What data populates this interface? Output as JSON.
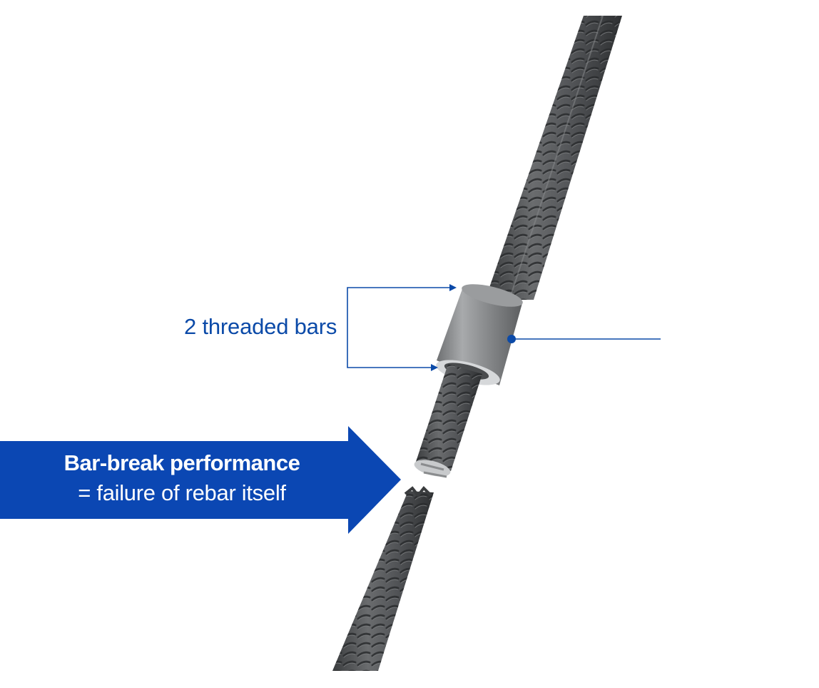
{
  "callout": {
    "threaded_bars_label": "2 threaded bars"
  },
  "banner": {
    "line1": "Bar-break performance",
    "line2": "= failure of rebar itself"
  },
  "colors": {
    "accent_blue": "#0b4aa8",
    "banner_blue": "#0b47b3",
    "rebar_dark": "#4a4c4e",
    "coupler_grey": "#8a8c8e"
  },
  "icons": {
    "arrow": "right-arrow-banner",
    "leader_dot": "filled-circle"
  }
}
